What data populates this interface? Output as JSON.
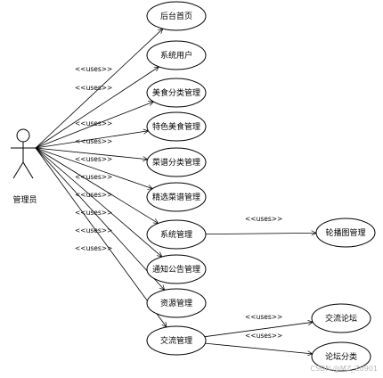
{
  "actor": {
    "name": "管理员"
  },
  "use_cases": [
    {
      "id": "uc-1",
      "label": "后台首页"
    },
    {
      "id": "uc-2",
      "label": "系统用户"
    },
    {
      "id": "uc-3",
      "label": "美食分类管理"
    },
    {
      "id": "uc-4",
      "label": "特色美食管理"
    },
    {
      "id": "uc-5",
      "label": "菜谱分类管理"
    },
    {
      "id": "uc-6",
      "label": "精选菜谱管理"
    },
    {
      "id": "uc-7",
      "label": "系统管理"
    },
    {
      "id": "uc-8",
      "label": "通知公告管理"
    },
    {
      "id": "uc-9",
      "label": "资源管理"
    },
    {
      "id": "uc-10",
      "label": "交流管理"
    },
    {
      "id": "uc-11",
      "label": "轮播图管理"
    },
    {
      "id": "uc-12",
      "label": "交流论坛"
    },
    {
      "id": "uc-13",
      "label": "论坛分类"
    }
  ],
  "relations": [
    {
      "from": "actor",
      "to": "uc-1",
      "label": "<<uses>>"
    },
    {
      "from": "actor",
      "to": "uc-2",
      "label": "<<uses>>"
    },
    {
      "from": "actor",
      "to": "uc-3",
      "label": "<<uses>>"
    },
    {
      "from": "actor",
      "to": "uc-4",
      "label": "<<uses>>"
    },
    {
      "from": "actor",
      "to": "uc-5",
      "label": "<<uses>>"
    },
    {
      "from": "actor",
      "to": "uc-6",
      "label": "<<uses>>"
    },
    {
      "from": "actor",
      "to": "uc-7",
      "label": "<<uses>>"
    },
    {
      "from": "actor",
      "to": "uc-8",
      "label": "<<uses>>"
    },
    {
      "from": "actor",
      "to": "uc-9",
      "label": "<<uses>>"
    },
    {
      "from": "actor",
      "to": "uc-10",
      "label": "<<uses>>"
    },
    {
      "from": "uc-7",
      "to": "uc-11",
      "label": "<<uses>>"
    },
    {
      "from": "uc-10",
      "to": "uc-12",
      "label": "<<uses>>"
    },
    {
      "from": "uc-10",
      "to": "uc-13",
      "label": "<<uses>>"
    }
  ],
  "watermark": "CSDN @MZ_Z0901"
}
